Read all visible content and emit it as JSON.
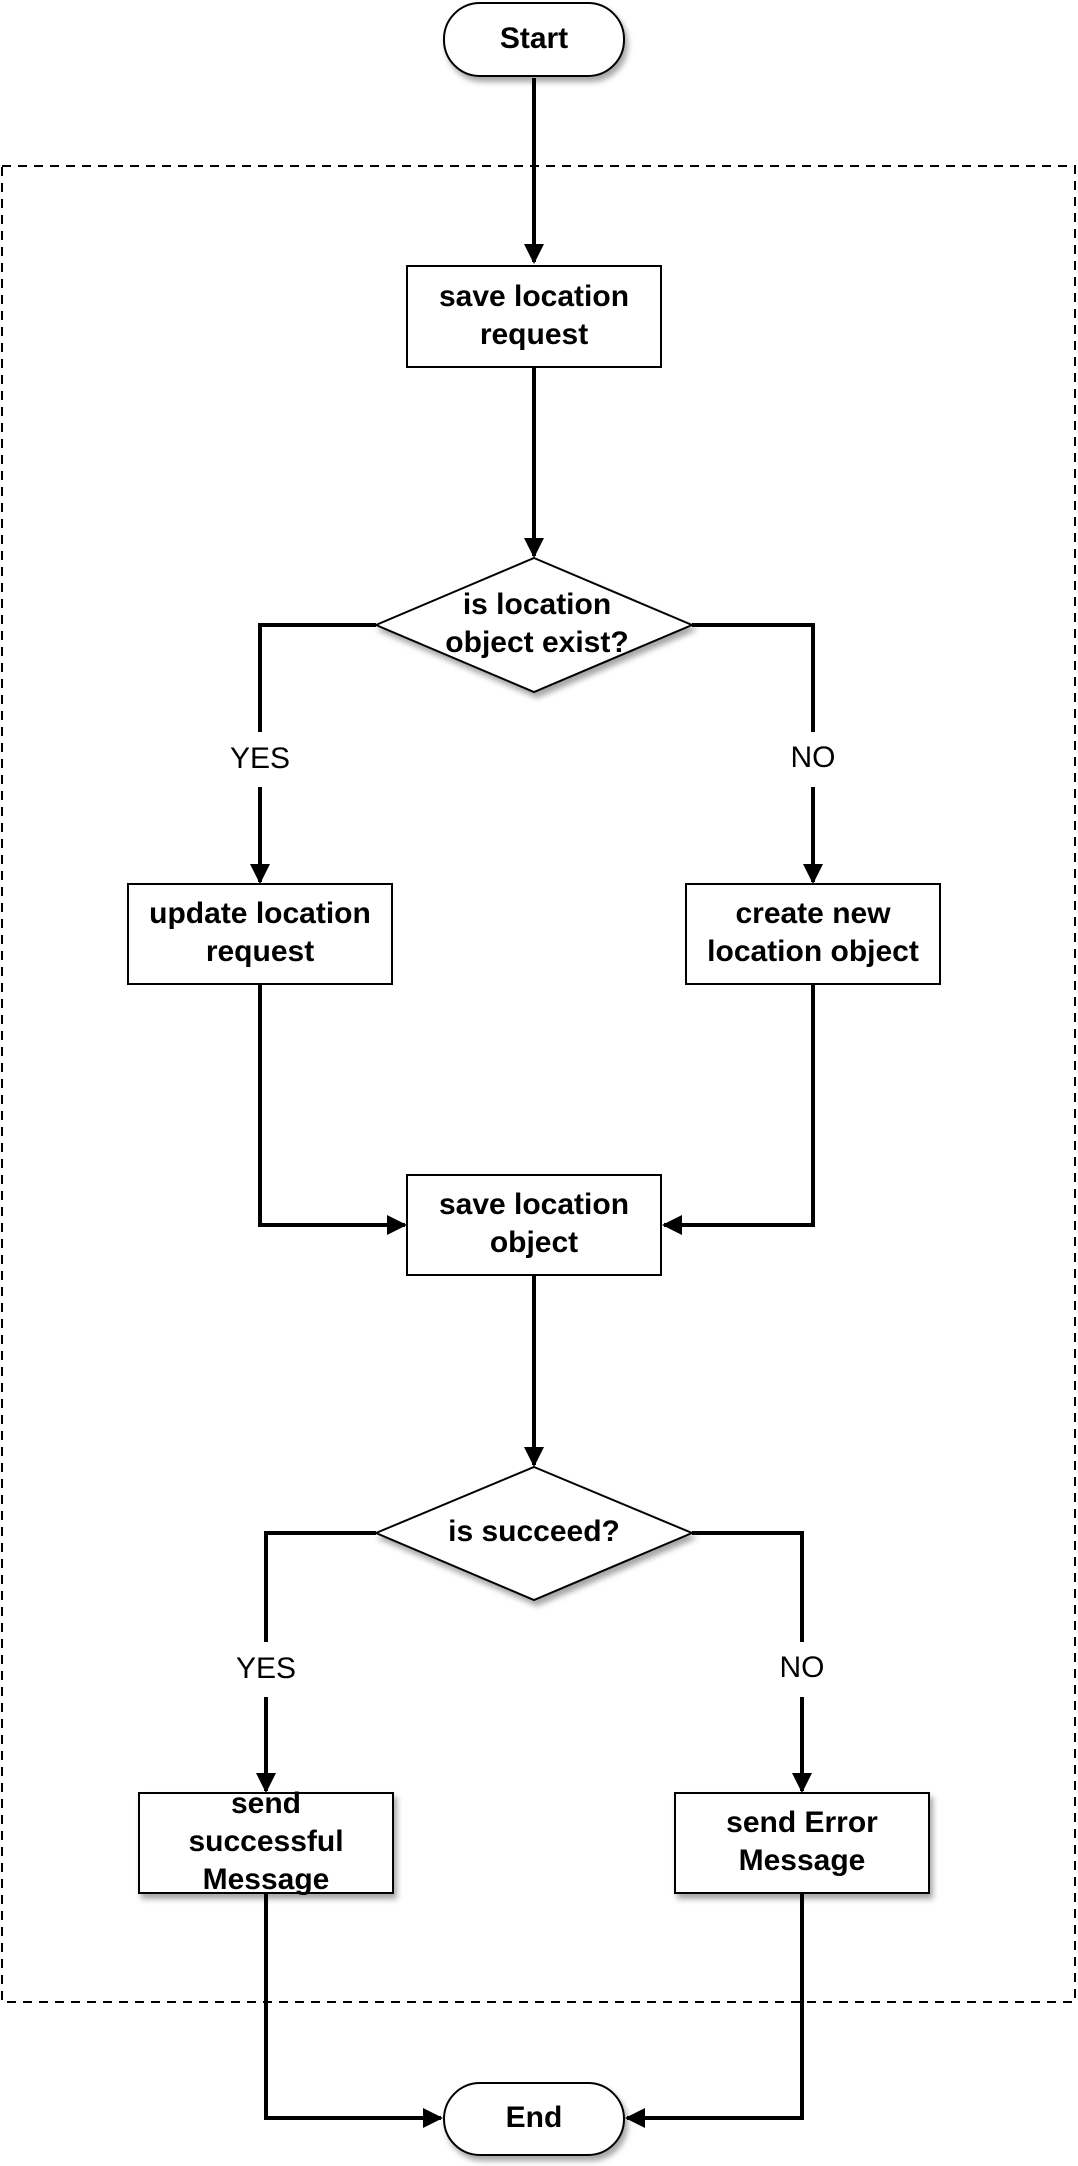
{
  "nodes": {
    "start": {
      "label": [
        "Start"
      ]
    },
    "save_request": {
      "label": [
        "save location",
        "request"
      ]
    },
    "exists_decision": {
      "label": [
        "is location",
        "object exist?"
      ]
    },
    "update_request": {
      "label": [
        "update location",
        "request"
      ]
    },
    "create_object": {
      "label": [
        "create new",
        "location object"
      ]
    },
    "save_object": {
      "label": [
        "save location",
        "object"
      ]
    },
    "succeed_decision": {
      "label": [
        "is succeed?"
      ]
    },
    "send_success": {
      "label": [
        "send",
        "successful",
        "Message"
      ]
    },
    "send_error": {
      "label": [
        "send Error",
        "Message"
      ]
    },
    "end": {
      "label": [
        "End"
      ]
    }
  },
  "edges": {
    "exists_yes": "YES",
    "exists_no": "NO",
    "succeed_yes": "YES",
    "succeed_no": "NO"
  },
  "colors": {
    "stroke": "#000000",
    "fill": "#ffffff",
    "text": "#000000"
  }
}
